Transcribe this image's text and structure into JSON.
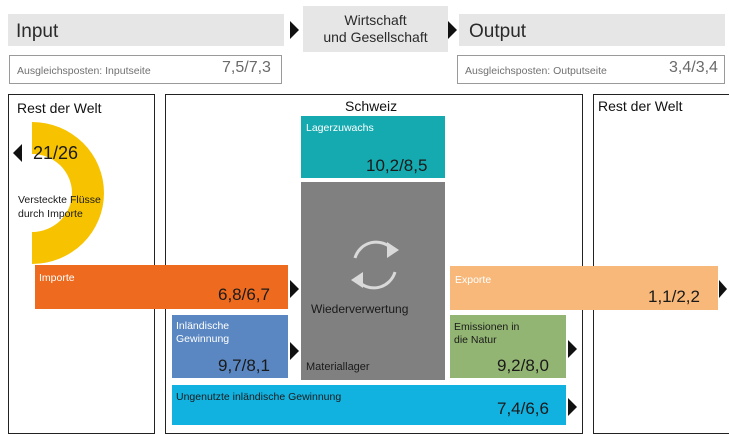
{
  "header": {
    "input_title": "Input",
    "middle_title_line1": "Wirtschaft",
    "middle_title_line2": "und Gesellschaft",
    "output_title": "Output",
    "input_balance_label": "Ausgleichsposten: Inputseite",
    "input_balance_value": "7,5/7,3",
    "output_balance_label": "Ausgleichsposten: Outputseite",
    "output_balance_value": "3,4/3,4"
  },
  "panels": {
    "left_title": "Rest der Welt",
    "center_title": "Schweiz",
    "right_title": "Rest der Welt"
  },
  "flows": {
    "hidden": {
      "value": "21/26",
      "label_line1": "Versteckte Flüsse",
      "label_line2": "durch Importe"
    },
    "stock_increase": {
      "label": "Lagerzuwachs",
      "value": "10,2/8,5"
    },
    "recycling": {
      "label": "Wiederverwertung"
    },
    "material_stock": {
      "label": "Materiallager"
    },
    "imports": {
      "label": "Importe",
      "value": "6,8/6,7"
    },
    "exports": {
      "label": "Exporte",
      "value": "1,1/2,2"
    },
    "domestic_extraction": {
      "label_line1": "Inländische",
      "label_line2": "Gewinnung",
      "value": "9,7/8,1"
    },
    "emissions": {
      "label_line1": "Emissionen in",
      "label_line2": "die Natur",
      "value": "9,2/8,0"
    },
    "unused_extraction": {
      "label": "Ungenutzte inländische Gewinnung",
      "value": "7,4/6,6"
    }
  },
  "colors": {
    "header_bg": "#e6e6e6",
    "hidden_flows": "#f7c300",
    "stock_increase": "#15aab0",
    "material_stock": "#808080",
    "imports": "#ee6a1f",
    "exports": "#f8b87a",
    "domestic_extraction": "#5a87c2",
    "emissions": "#93b573",
    "unused_extraction": "#12b2e0"
  },
  "icons": [
    "triangle-right-icon",
    "triangle-left-icon",
    "recycle-icon"
  ]
}
